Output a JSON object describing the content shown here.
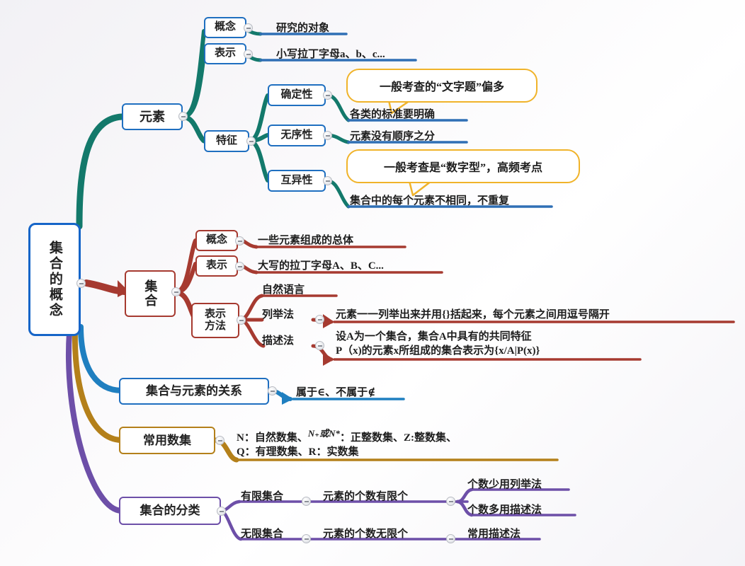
{
  "title": "集合的概念",
  "palette": {
    "root_border": "#1665c8",
    "blue": "#1f6fc0",
    "teal": "#13796b",
    "dark_red": "#a63a30",
    "orange": "#b4801a",
    "purple": "#6d4fa8",
    "callout_border": "#f0b32a",
    "background": "#f7f6f9"
  },
  "root": {
    "label": "集合的概念"
  },
  "branches": [
    {
      "id": "yuansu",
      "label": "元素",
      "color": "#13796b",
      "box_color": "#1f6fc0",
      "children": [
        {
          "label": "概念",
          "leaves": [
            {
              "text": "研究的对象"
            }
          ]
        },
        {
          "label": "表示",
          "leaves": [
            {
              "text": "小写拉丁字母a、b、c..."
            }
          ]
        },
        {
          "label": "特征",
          "children": [
            {
              "label": "确定性",
              "leaves": [
                {
                  "text": "各类的标准要明确"
                }
              ],
              "callout": "一般考查的“文字题”偏多"
            },
            {
              "label": "无序性",
              "leaves": [
                {
                  "text": "元素没有顺序之分"
                }
              ]
            },
            {
              "label": "互异性",
              "leaves": [
                {
                  "text": "集合中的每个元素不相同，不重复"
                }
              ],
              "callout": "一般考查是“数字型”，高频考点"
            }
          ]
        }
      ]
    },
    {
      "id": "jihe",
      "label": "集合",
      "color": "#a63a30",
      "box_color": "#a63a30",
      "children": [
        {
          "label": "概念",
          "leaves": [
            {
              "text": "一些元素组成的总体"
            }
          ]
        },
        {
          "label": "表示",
          "leaves": [
            {
              "text": "大写的拉丁字母A、B、C..."
            }
          ]
        },
        {
          "label": "表示方法",
          "leaves": [
            {
              "text": "自然语言"
            }
          ],
          "children": [
            {
              "label": "列举法",
              "leaves": [
                {
                  "text": "元素一一列举出来并用{}括起来，每个元素之间用逗号隔开"
                }
              ]
            },
            {
              "label": "描述法",
              "leaves": [
                {
                  "text": "设A为一个集合，集合A中具有的共同特征"
                },
                {
                  "text": "P（x)的元素x所组成的集合表示为{x/A|P(x)}"
                }
              ]
            }
          ]
        }
      ]
    },
    {
      "id": "guanxi",
      "label": "集合与元素的关系",
      "color": "#1f7fc0",
      "box_color": "#1f6fc0",
      "leaves": [
        {
          "text": "属于∈、不属于∉"
        }
      ]
    },
    {
      "id": "shuji",
      "label": "常用数集",
      "color": "#b4801a",
      "box_color": "#b4801a",
      "leaves": [
        {
          "text": "N：自然数集、"
        },
        {
          "text": "：正整数集、Z:整数集、"
        },
        {
          "text": "Q：有理数集、R：实数集"
        },
        {
          "text": "N₊或N*"
        }
      ]
    },
    {
      "id": "fenlei",
      "label": "集合的分类",
      "color": "#6d4fa8",
      "box_color": "#6d4fa8",
      "children": [
        {
          "label": "有限集合",
          "leaves": [
            {
              "text": "元素的个数有限个"
            }
          ],
          "grandchildren": [
            "个数少用列举法",
            "个数多用描述法"
          ]
        },
        {
          "label": "无限集合",
          "leaves": [
            {
              "text": "元素的个数无限个"
            }
          ],
          "grandchildren": [
            "常用描述法"
          ]
        }
      ]
    }
  ]
}
